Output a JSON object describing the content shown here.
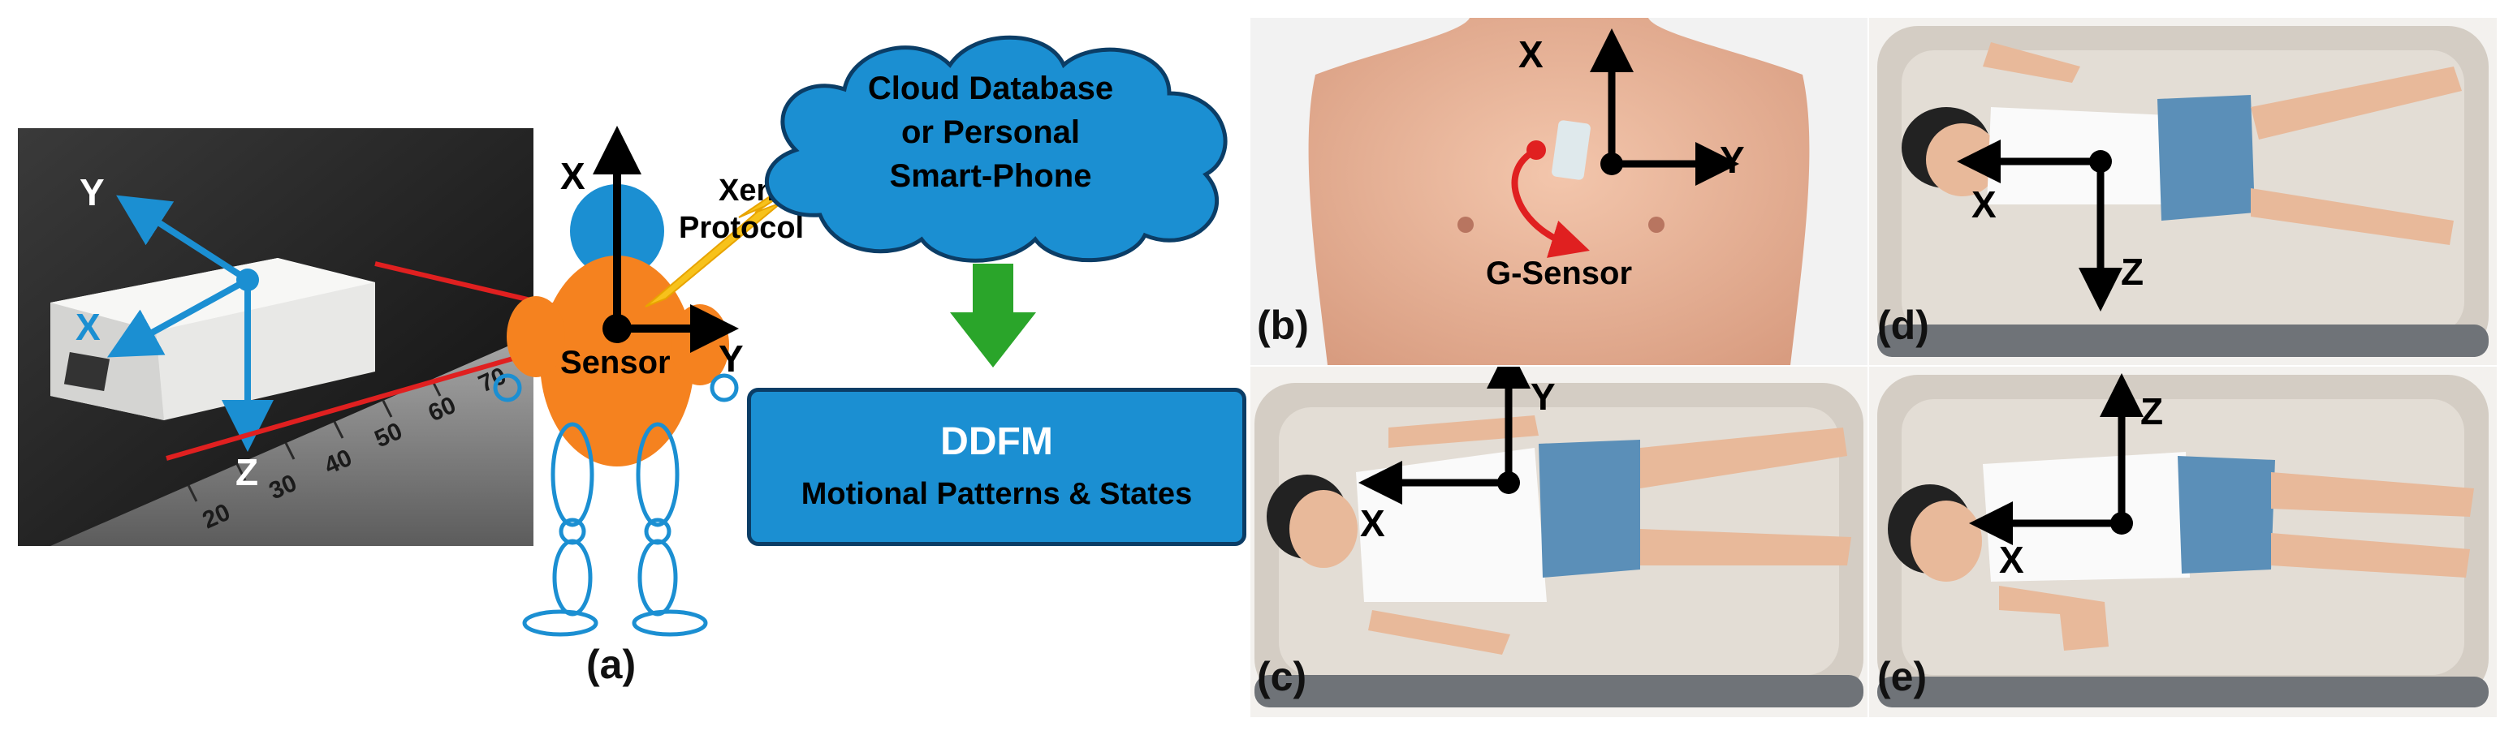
{
  "panel_a": {
    "sensor_axes": {
      "y": "Y",
      "x": "X",
      "z": "Z"
    },
    "body_axes": {
      "x": "X",
      "y": "Y"
    },
    "sensor_label": "Sensor",
    "protocol_label_line1": "Xenon",
    "protocol_label_line2": "Protocol",
    "ruler_numbers": [
      "20",
      "30",
      "40",
      "50",
      "60",
      "70"
    ],
    "caption": "(a)"
  },
  "cloud": {
    "line1": "Cloud Database",
    "line2": "or Personal",
    "line3": "Smart-Phone"
  },
  "ddfm_box": {
    "title": "DDFM",
    "subtitle": "Motional Patterns & States"
  },
  "panel_b": {
    "axis_x": "X",
    "axis_y": "Y",
    "g_sensor": "G-Sensor",
    "caption": "(b)"
  },
  "panel_c": {
    "axis_y": "Y",
    "axis_x": "X",
    "caption": "(c)"
  },
  "panel_d": {
    "axis_x": "X",
    "axis_z": "Z",
    "caption": "(d)"
  },
  "panel_e": {
    "axis_z": "Z",
    "axis_x": "X",
    "caption": "(e)"
  },
  "colors": {
    "blue_accent": "#1b8fd2",
    "orange_body": "#f5821f",
    "red_line": "#e02020",
    "green_arrow": "#2aa52a",
    "lightning": "#f7c21b"
  }
}
